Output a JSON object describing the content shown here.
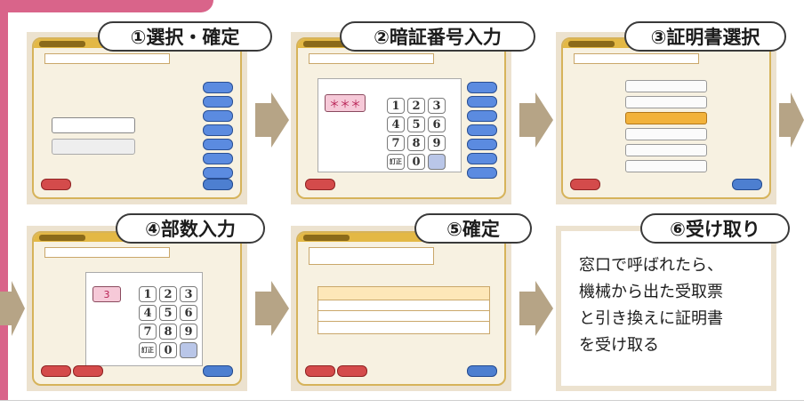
{
  "steps": [
    {
      "label": "①選択・確定"
    },
    {
      "label": "②暗証番号入力"
    },
    {
      "label": "③証明書選択"
    },
    {
      "label": "④部数入力"
    },
    {
      "label": "⑤確定"
    },
    {
      "label": "⑥受け取り"
    }
  ],
  "keypad_keys": [
    "1",
    "2",
    "3",
    "4",
    "5",
    "6",
    "7",
    "8",
    "9",
    "訂正",
    "0",
    ""
  ],
  "pin_masked": "＊＊＊",
  "copies_value": "3",
  "final_text": [
    "窓口で呼ばれたら、",
    "機械から出た受取票",
    "と引き換えに証明書",
    "を受け取る"
  ],
  "colors": {
    "accent_pink": "#d9648a",
    "panel_bg": "#ece2cf",
    "arrow": "#b6a486",
    "screen_bg": "#f7f1e1"
  }
}
